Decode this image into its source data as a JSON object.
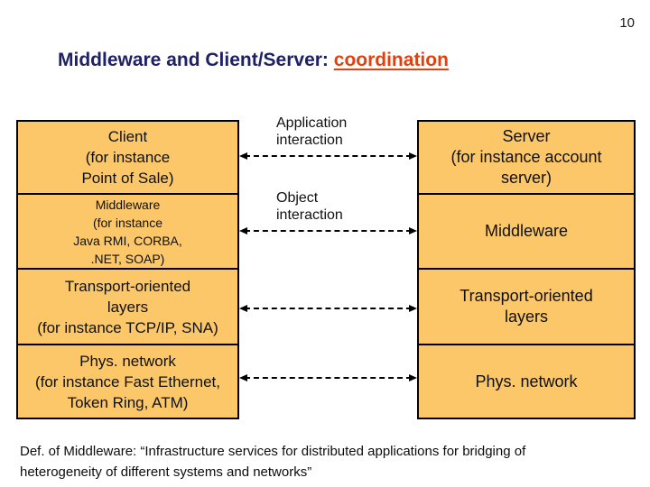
{
  "page_number": "10",
  "title": {
    "main": "Middleware and Client/Server: ",
    "highlight": "coordination"
  },
  "diagram": {
    "left_stack": [
      {
        "label": "Client\n(for instance\nPoint of Sale)"
      },
      {
        "label": "Middleware\n(for instance\nJava RMI, CORBA,\n.NET, SOAP)"
      },
      {
        "label": "Transport-oriented\nlayers\n(for instance TCP/IP, SNA)"
      },
      {
        "label": "Phys. network\n(for instance Fast Ethernet,\nToken Ring, ATM)"
      }
    ],
    "right_stack": [
      {
        "label": "Server\n(for instance account\nserver)"
      },
      {
        "label": "Middleware"
      },
      {
        "label": "Transport-oriented\nlayers"
      },
      {
        "label": "Phys. network"
      }
    ],
    "arrow_labels": [
      "Application\ninteraction",
      "Object\ninteraction"
    ]
  },
  "footer": {
    "definition": "Def. of Middleware: “Infrastructure services for distributed applications for bridging of\nheterogeneity of different systems and networks”"
  },
  "colors": {
    "box_fill": "#fbc768",
    "box_border": "#000000",
    "title_navy": "#1f2066",
    "title_red": "#e2400e",
    "text": "#101010"
  }
}
